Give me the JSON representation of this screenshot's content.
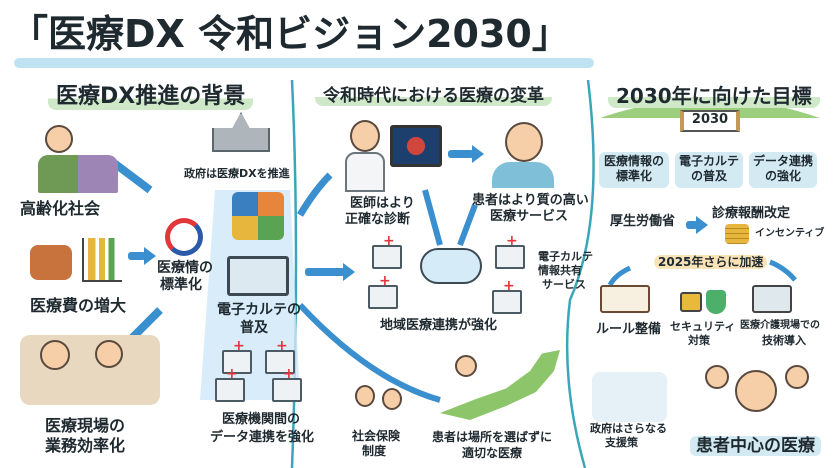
{
  "title": "「医療DX 令和ビジョン2030」",
  "sections": {
    "background": {
      "heading": "医療DX推進の背景",
      "aging": "高齢化社会",
      "costs": "医療費の増大",
      "efficiency_1": "医療現場の",
      "efficiency_2": "業務効率化",
      "standard_1": "医療情の",
      "standard_2": "標準化",
      "government": "政府は医療DXを推進",
      "ehr_1": "電子カルテの",
      "ehr_2": "普及",
      "link_1": "医療機関間の",
      "link_2": "データ連携を強化"
    },
    "reform": {
      "heading": "令和時代における医療の変革",
      "doctor_1": "医師はより",
      "doctor_2": "正確な診断",
      "patient_1": "患者はより質の高い",
      "patient_2": "医療サービス",
      "share_1": "電子カルテ",
      "share_2": "情報共有",
      "share_3": "サービス",
      "regional": "地域医療連携が強化",
      "insurance_1": "社会保険",
      "insurance_2": "制度",
      "anywhere_1": "患者は場所を選ばずに",
      "anywhere_2": "適切な医療"
    },
    "goals": {
      "heading": "2030年に向けた目標",
      "sign": "2030",
      "boxes": [
        [
          "医療情報の",
          "標準化"
        ],
        [
          "電子カルテ",
          "の普及"
        ],
        [
          "データ連携",
          "の強化"
        ]
      ],
      "mhlw": "厚生労働省",
      "revision": "診療報酬改定",
      "incentive": "インセンティブ",
      "accelerate": "2025年さらに加速",
      "rules": "ルール整備",
      "security_1": "セキュリティ",
      "security_2": "対策",
      "tech_1": "医療介護現場での",
      "tech_2": "技術導入",
      "support_1": "政府はさらなる",
      "support_2": "支援策",
      "patient_centered": "患者中心の医療"
    }
  }
}
